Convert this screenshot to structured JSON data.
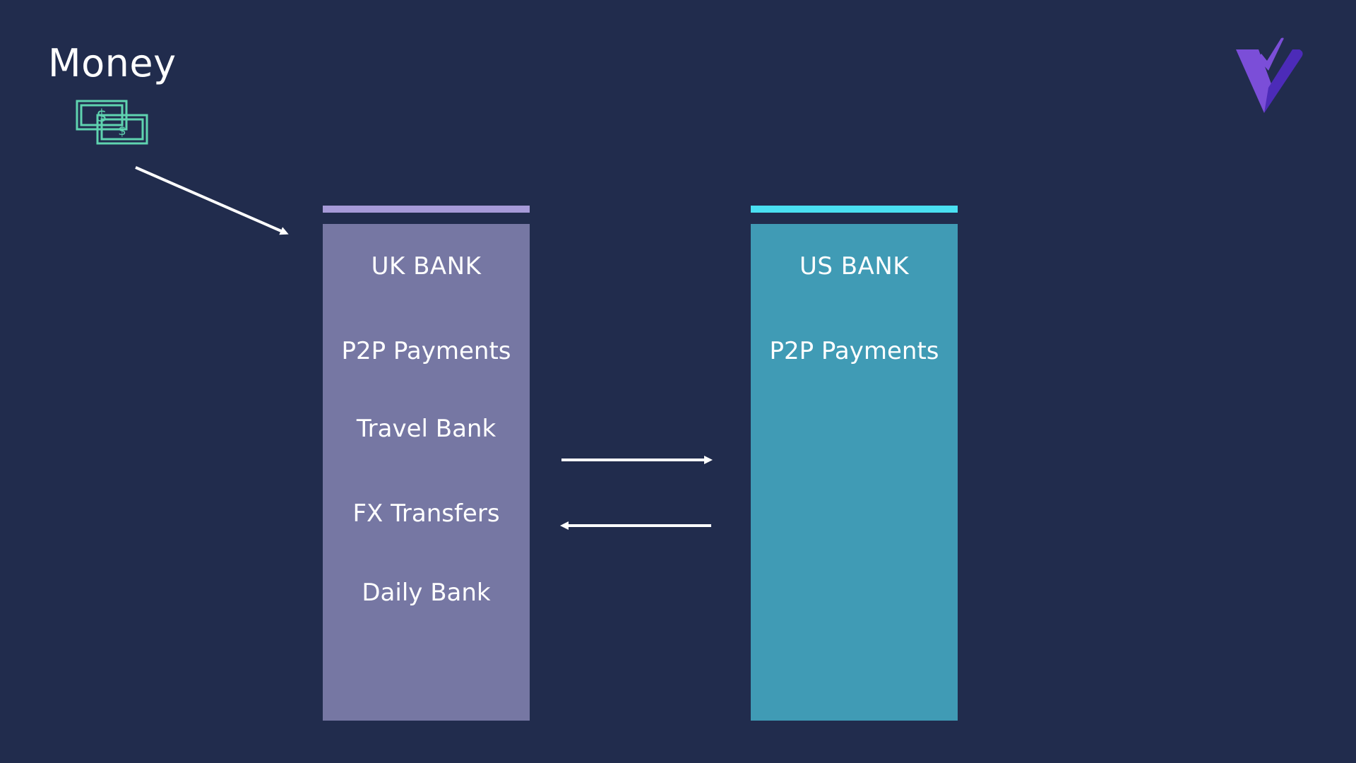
{
  "slide": {
    "title": "Money",
    "background_color": "#212c4d",
    "money_icon": {
      "icon": "banknotes-icon",
      "symbol": "$",
      "color": "#5fd3b0"
    },
    "logo": {
      "icon": "v-check-logo-icon",
      "color_light": "#7b4ed8",
      "color_dark": "#4c2bb8"
    }
  },
  "banks": [
    {
      "title": "UK BANK",
      "topbar_color": "#a69ad8",
      "panel_color": "#7677a3",
      "features": [
        "P2P Payments",
        "Travel Bank",
        "FX Transfers",
        "Daily Bank"
      ]
    },
    {
      "title": "US BANK",
      "topbar_color": "#4ae0f2",
      "panel_color": "#409bb5",
      "features": [
        "P2P Payments"
      ]
    }
  ],
  "arrows": {
    "color": "#ffffff",
    "incoming": {
      "from": "money",
      "to": "UK BANK"
    },
    "transfer_right": {
      "from": "UK BANK",
      "to": "US BANK"
    },
    "transfer_left": {
      "from": "US BANK",
      "to": "UK BANK"
    }
  }
}
